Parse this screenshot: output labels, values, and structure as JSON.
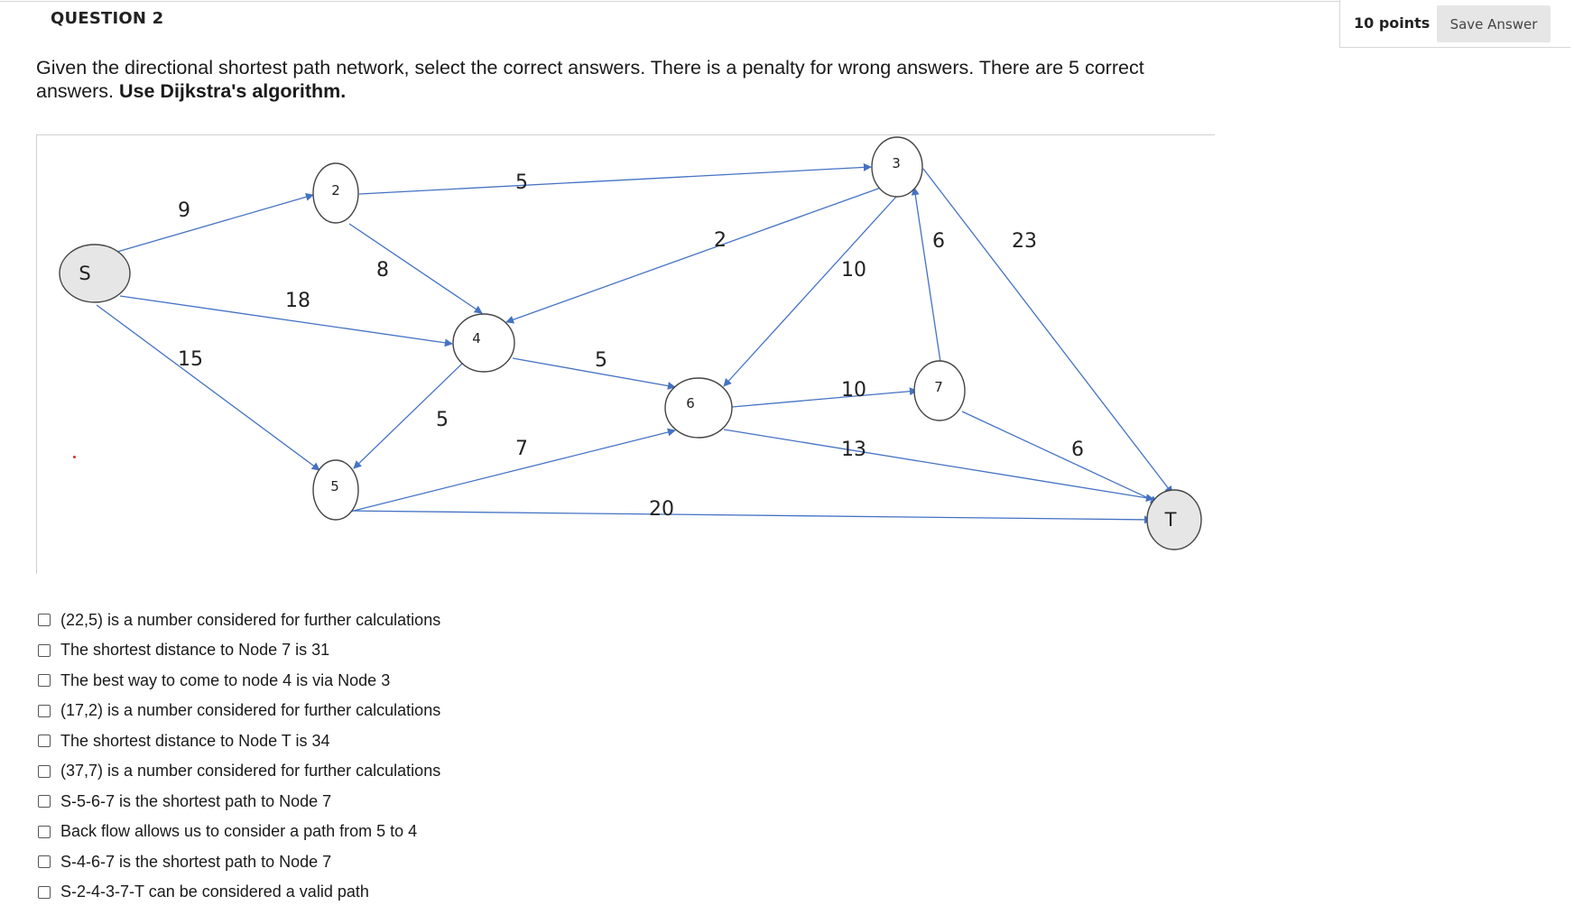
{
  "question": {
    "title": "QUESTION 2",
    "points": "10 points",
    "save_label": "Save Answer",
    "text_main": "Given the directional shortest path network, select the correct answers. There is a penalty for wrong answers.   There are 5 correct answers.  ",
    "text_bold": "Use Dijkstra's algorithm."
  },
  "network": {
    "nodes": {
      "S": "S",
      "n2": "2",
      "n3": "3",
      "n4": "4",
      "n5": "5",
      "n6": "6",
      "n7": "7",
      "T": "T"
    },
    "edge_weights": {
      "s_2": "9",
      "s_4": "18",
      "s_5": "15",
      "n2_3": "5",
      "n2_4": "8",
      "n3_4": "2",
      "n3_6": "10",
      "n3_t": "23",
      "n4_5": "5",
      "n4_6": "5",
      "n5_6": "7",
      "n5_t": "20",
      "n6_7": "10",
      "n6_t": "13",
      "n7_3": "6",
      "n7_t": "6"
    },
    "colors": {
      "edge": "#4472c4",
      "node_fill": "#ffffff",
      "terminal_fill": "#e6e6e6",
      "terminal_label": "#e0262d"
    }
  },
  "options": [
    "(22,5) is a number considered for further calculations",
    "The shortest distance to Node 7 is 31",
    "The best way to come to node 4 is via Node 3",
    "(17,2) is a number considered for further calculations",
    "The shortest distance to Node T is 34",
    "(37,7) is a number considered for further calculations",
    "S-5-6-7 is the shortest path to Node 7",
    "Back flow allows us to consider a path from 5 to 4",
    "S-4-6-7 is the shortest path to Node 7",
    "S-2-4-3-7-T can be considered a valid path"
  ]
}
